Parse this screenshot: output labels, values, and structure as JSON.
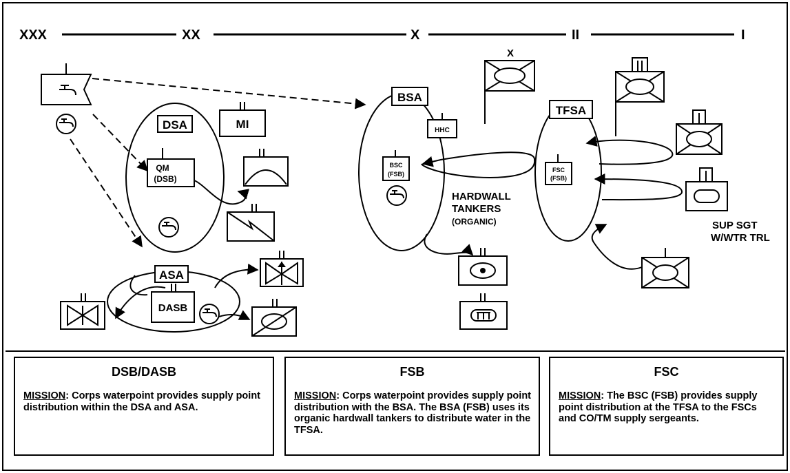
{
  "echelon_bar": {
    "xxx": "XXX",
    "xx": "XX",
    "x": "X",
    "ii": "II",
    "i": "I"
  },
  "labels": {
    "dsa": "DSA",
    "mi": "MI",
    "qm": "QM",
    "dsb": "(DSB)",
    "asa": "ASA",
    "dasb": "DASB",
    "bsa": "BSA",
    "hhc": "HHC",
    "bsc": "BSC",
    "fsb": "(FSB)",
    "hardwall": "HARDWALL",
    "tankers": "TANKERS",
    "organic": "(ORGANIC)",
    "tfsa": "TFSA",
    "fsc": "FSC",
    "fsc_fsb": "(FSB)",
    "flag_x": "X",
    "sup_sgt": "SUP SGT",
    "wtr_trl": "W/WTR TRL"
  },
  "panels": [
    {
      "title": "DSB/DASB",
      "key": "MISSION",
      "text": ":  Corps waterpoint provides supply point distribution within the DSA and ASA."
    },
    {
      "title": "FSB",
      "key": "MISSION",
      "text": ":  Corps waterpoint provides supply point distribution with the BSA. The BSA (FSB) uses its organic hardwall tankers to distribute water in the TFSA."
    },
    {
      "title": "FSC",
      "key": "MISSION",
      "text": ":  The BSC (FSB) provides supply point distribution at the TFSA to the FSCs and CO/TM supply sergeants."
    }
  ]
}
